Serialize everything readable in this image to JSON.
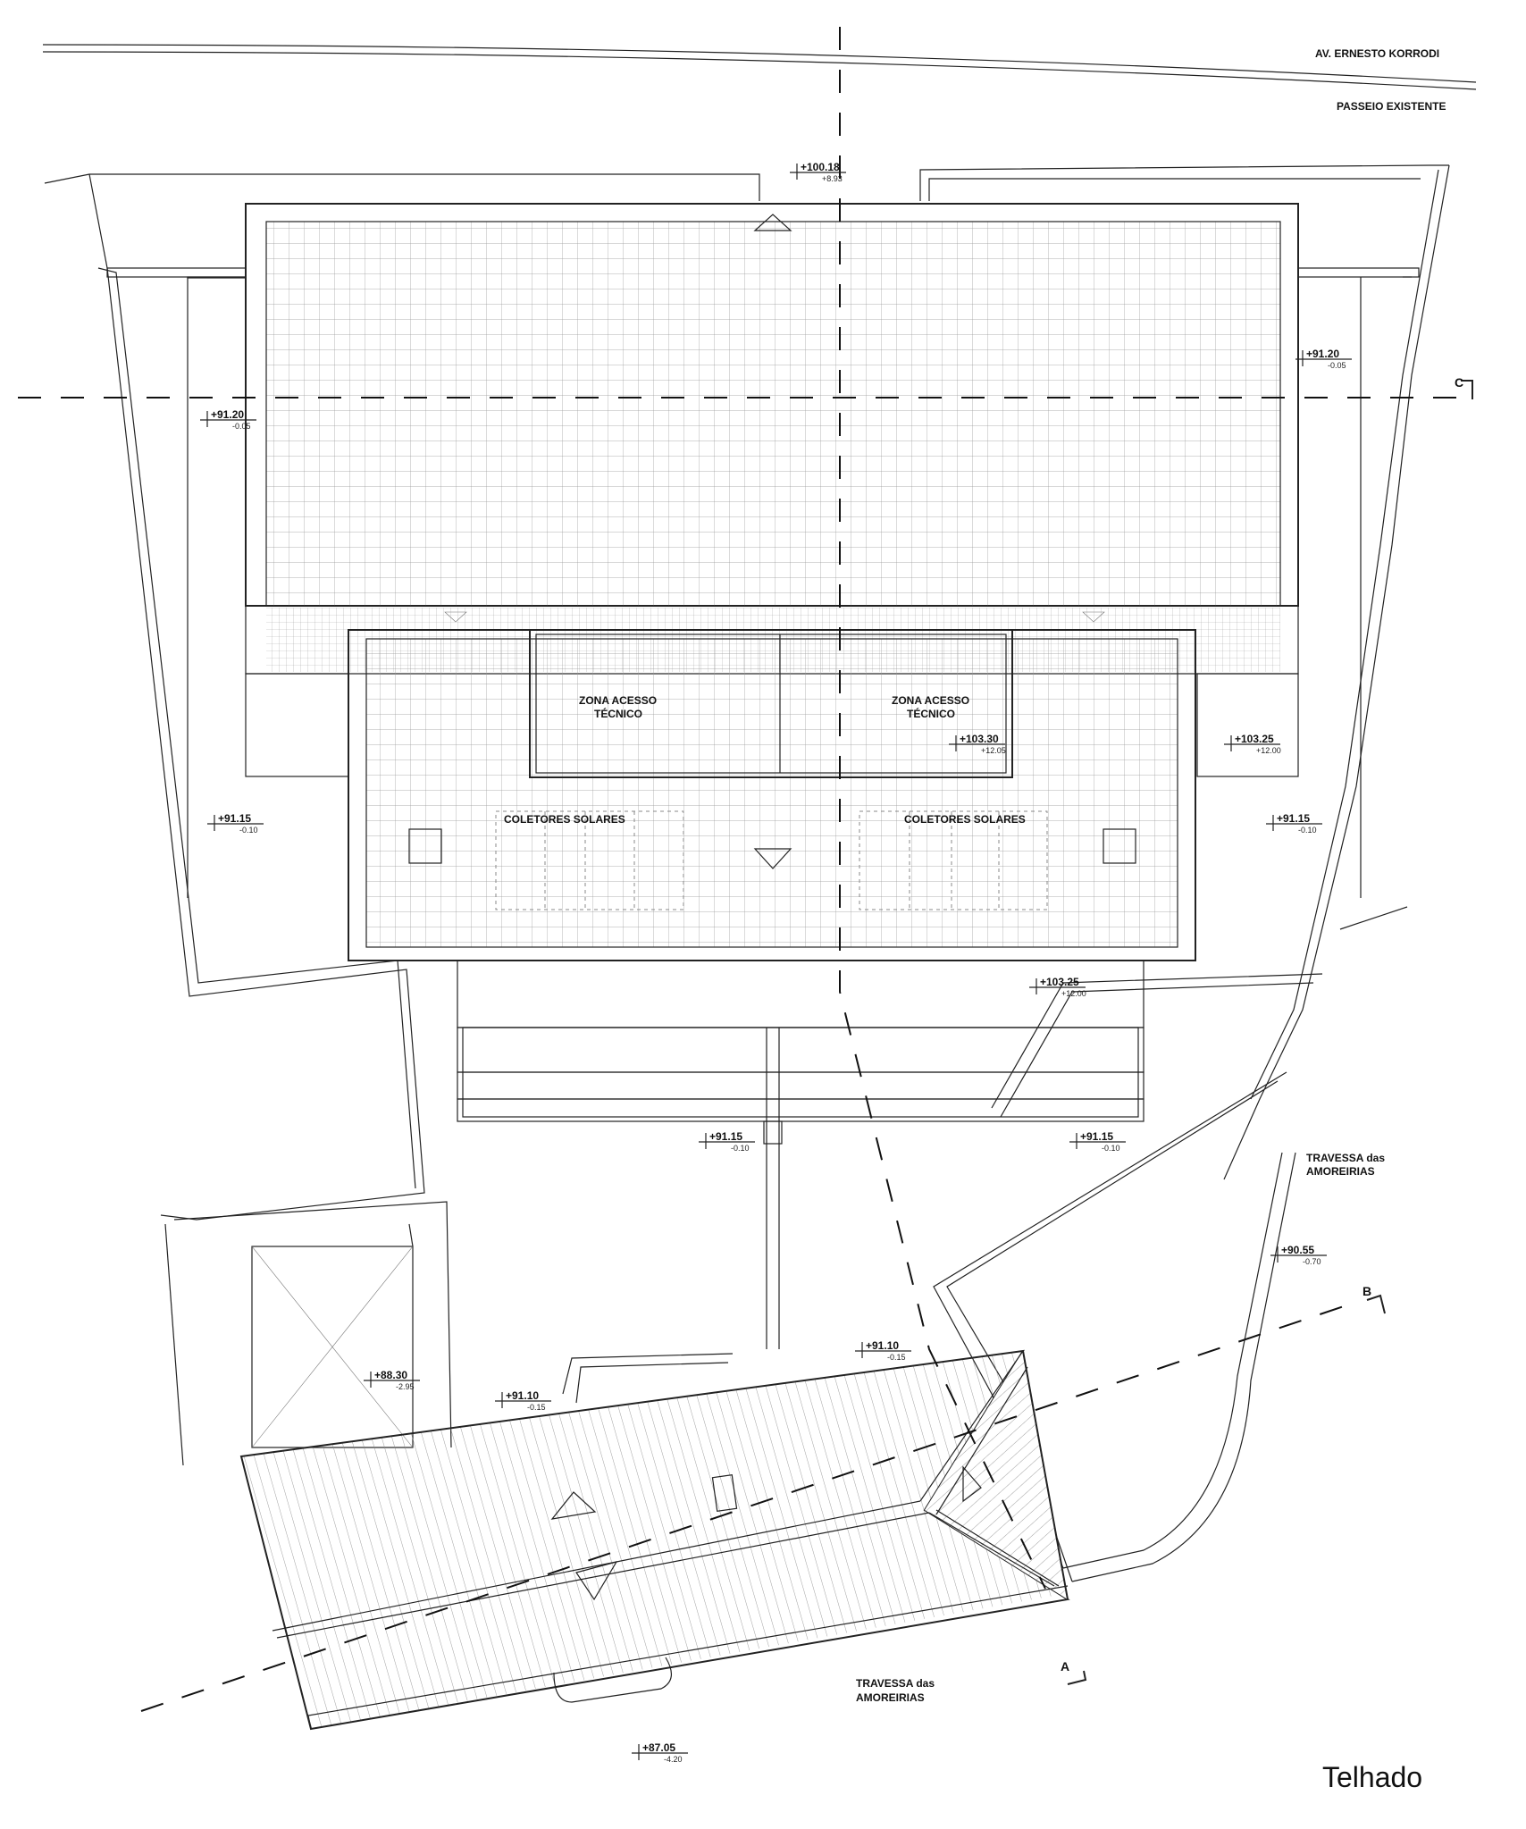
{
  "title": "Telhado",
  "streets": {
    "top": "AV. ERNESTO KORRODI",
    "sidewalk": "PASSEIO EXISTENTE",
    "right_line1": "TRAVESSA das",
    "right_line2": "AMOREIRIAS",
    "bottom_line1": "TRAVESSA das",
    "bottom_line2": "AMOREIRIAS"
  },
  "zones": {
    "access_left_1": "ZONA ACESSO",
    "access_left_2": "TÉCNICO",
    "access_right_1": "ZONA ACESSO",
    "access_right_2": "TÉCNICO",
    "solar_left": "COLETORES SOLARES",
    "solar_right": "COLETORES SOLARES"
  },
  "sections": {
    "a": "A",
    "b": "B",
    "c": "C"
  },
  "levels": [
    {
      "main": "+100.18",
      "sub": "+8.93"
    },
    {
      "main": "+91.20",
      "sub": "-0.05"
    },
    {
      "main": "+91.20",
      "sub": "-0.05"
    },
    {
      "main": "+103.30",
      "sub": "+12.05"
    },
    {
      "main": "+103.25",
      "sub": "+12.00"
    },
    {
      "main": "+91.15",
      "sub": "-0.10"
    },
    {
      "main": "+91.15",
      "sub": "-0.10"
    },
    {
      "main": "+103.25",
      "sub": "+12.00"
    },
    {
      "main": "+91.15",
      "sub": "-0.10"
    },
    {
      "main": "+91.15",
      "sub": "-0.10"
    },
    {
      "main": "+90.55",
      "sub": "-0.70"
    },
    {
      "main": "+91.10",
      "sub": "-0.15"
    },
    {
      "main": "+88.30",
      "sub": "-2.95"
    },
    {
      "main": "+91.10",
      "sub": "-0.15"
    },
    {
      "main": "+87.05",
      "sub": "-4.20"
    }
  ]
}
